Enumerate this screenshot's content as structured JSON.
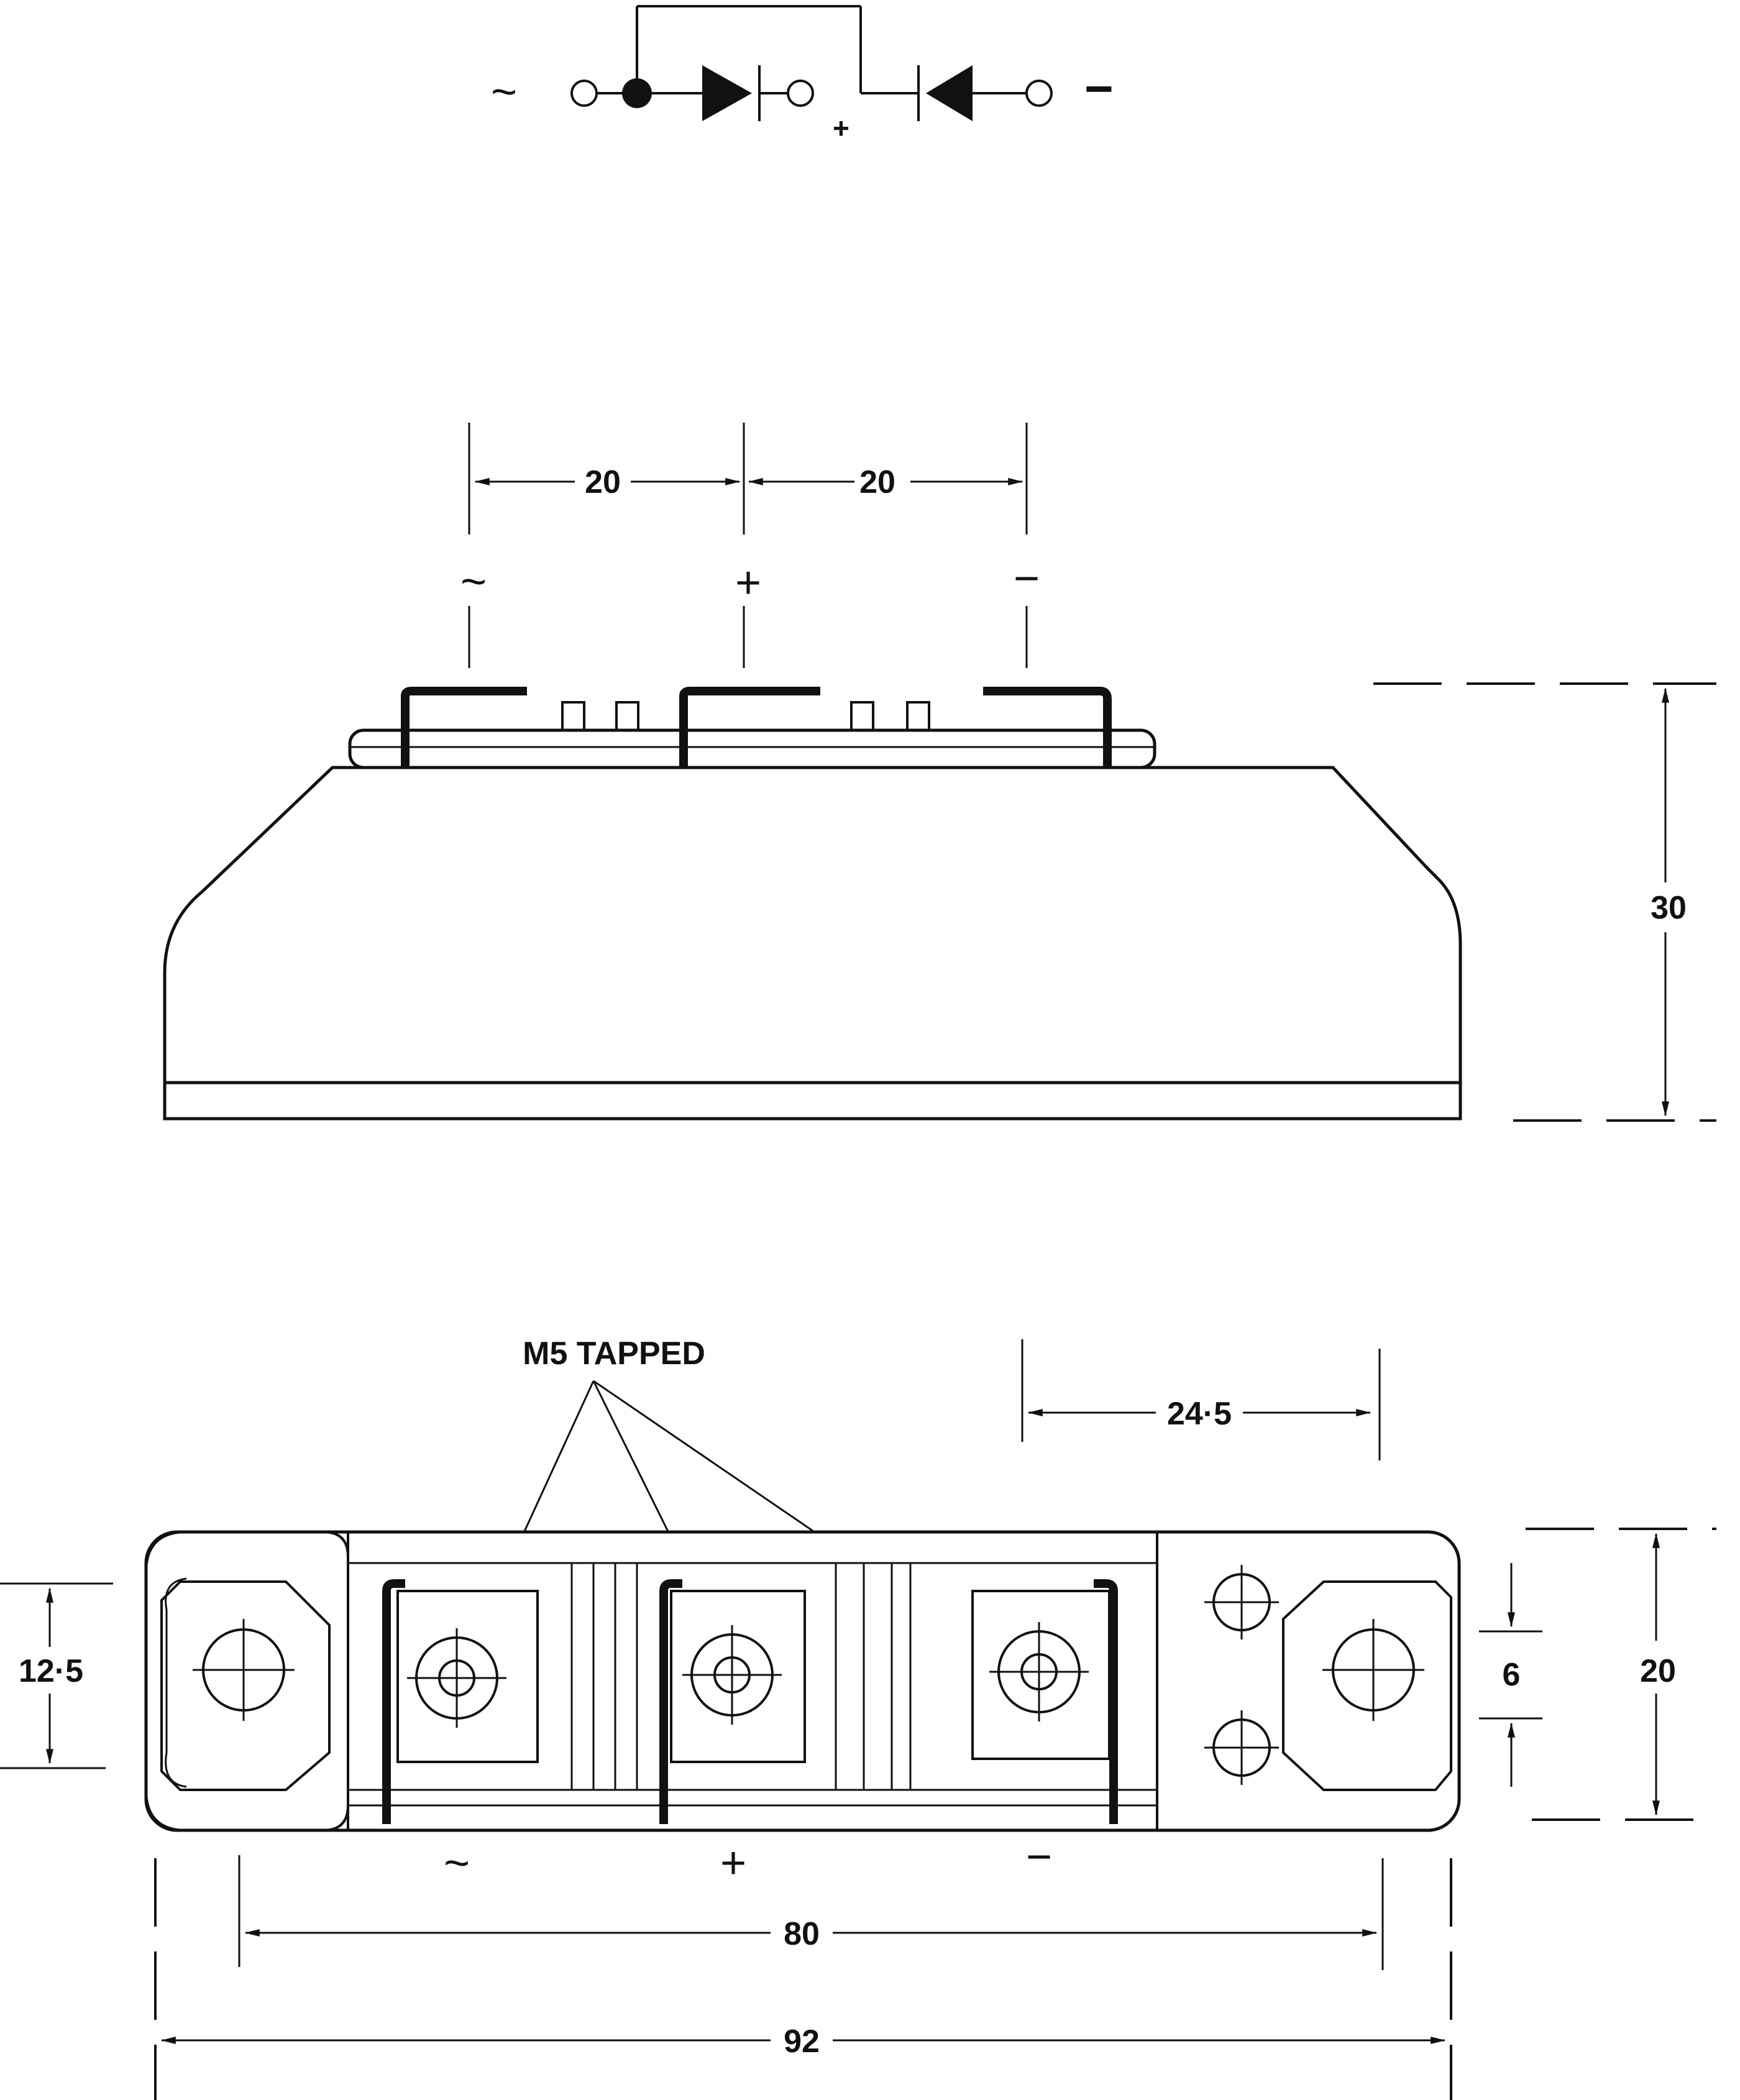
{
  "schematic": {
    "terminal_left": "~",
    "terminal_mid": "+",
    "terminal_right": "−"
  },
  "side_view": {
    "pitch_left": "20",
    "pitch_right": "20",
    "height": "30",
    "label_ac": "~",
    "label_pos": "+",
    "label_neg": "−"
  },
  "plan_view": {
    "callout": "M5 TAPPED",
    "dim_hole_offset": "24·5",
    "dim_left_height": "12·5",
    "dim_slot": "6",
    "dim_width": "20",
    "dim_holes_pitch": "80",
    "dim_overall_length": "92",
    "label_ac": "~",
    "label_pos": "+",
    "label_neg": "−"
  }
}
